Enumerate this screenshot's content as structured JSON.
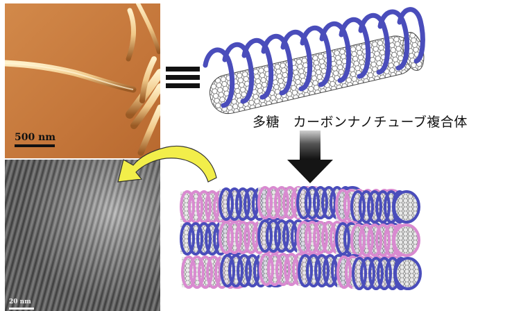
{
  "afm_image": {
    "scale_bar": "500 nm"
  },
  "tem_image": {
    "scale_bar": "20 nm"
  },
  "caption": "多糖　カーボンナノチューブ複合体",
  "colors": {
    "afm_background": "#c8783a",
    "fiber": "#f0cc90",
    "helix_blue": "#4a4dbb",
    "helix_pink": "#d98ad0",
    "curved_arrow": "#f2ee4a",
    "down_arrow": "#1a1a1a"
  },
  "icons": [
    "equivalence-symbol",
    "curved-arrow",
    "down-arrow"
  ]
}
